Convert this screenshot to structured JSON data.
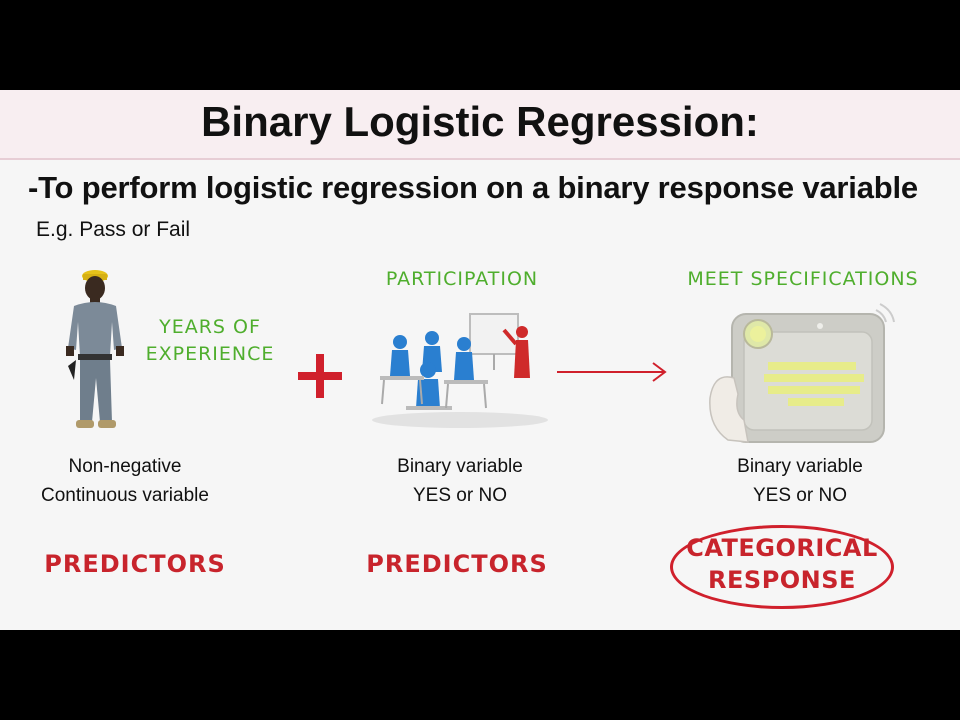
{
  "title": "Binary Logistic Regression:",
  "subtitle": "-To perform logistic regression on a binary response variable",
  "example": "E.g. Pass or Fail",
  "columns": [
    {
      "heading_line1": "YEARS OF",
      "heading_line2": "EXPERIENCE",
      "desc_line1": "Non-negative",
      "desc_line2": "Continuous variable",
      "role": "PREDICTORS",
      "image_icon": "worker-icon"
    },
    {
      "heading": "PARTICIPATION",
      "desc_line1": "Binary variable",
      "desc_line2": "YES or NO",
      "role": "PREDICTORS",
      "image_icon": "classroom-icon"
    },
    {
      "heading": "MEET SPECIFICATIONS",
      "desc_line1": "Binary variable",
      "desc_line2": "YES or NO",
      "role_line1": "CATEGORICAL",
      "role_line2": "RESPONSE",
      "image_icon": "tablet-device-icon"
    }
  ],
  "operators": {
    "plus_icon": "plus-icon",
    "arrow_icon": "right-arrow-icon"
  },
  "colors": {
    "green": "#4fae2d",
    "red": "#c8242c",
    "letterbox": "#000000",
    "title_band": "#f8eef1"
  }
}
